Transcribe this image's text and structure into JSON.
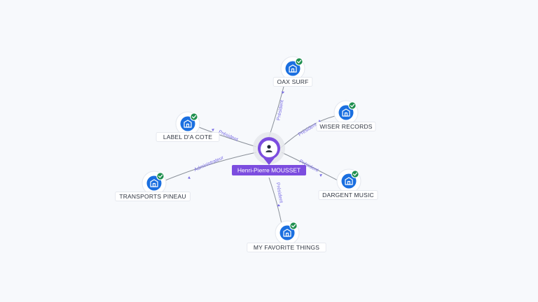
{
  "graph": {
    "center": {
      "name": "Henri-Pierre MOUSSET",
      "icon": "person-icon",
      "color": "#7c4ddf"
    },
    "companies": [
      {
        "name": "OAX SURF",
        "role": "Président",
        "icon": "building-icon",
        "status_icon": "check-icon"
      },
      {
        "name": "WISER RECORDS",
        "role": "Président",
        "icon": "building-icon",
        "status_icon": "check-icon"
      },
      {
        "name": "DARGENT MUSIC",
        "role": "Président",
        "icon": "building-icon",
        "status_icon": "check-icon"
      },
      {
        "name": "MY FAVORITE THINGS",
        "role": "Président",
        "icon": "building-icon",
        "status_icon": "check-icon"
      },
      {
        "name": "TRANSPORTS PINEAU",
        "role": "Administrateur",
        "icon": "building-icon",
        "status_icon": "check-icon"
      },
      {
        "name": "LABEL D'A COTE",
        "role": "Président",
        "icon": "building-icon",
        "status_icon": "check-icon"
      }
    ],
    "colors": {
      "company_blue": "#1a6fe0",
      "verified_green": "#1e8f4e",
      "edge_label": "#7b6ee6"
    }
  }
}
